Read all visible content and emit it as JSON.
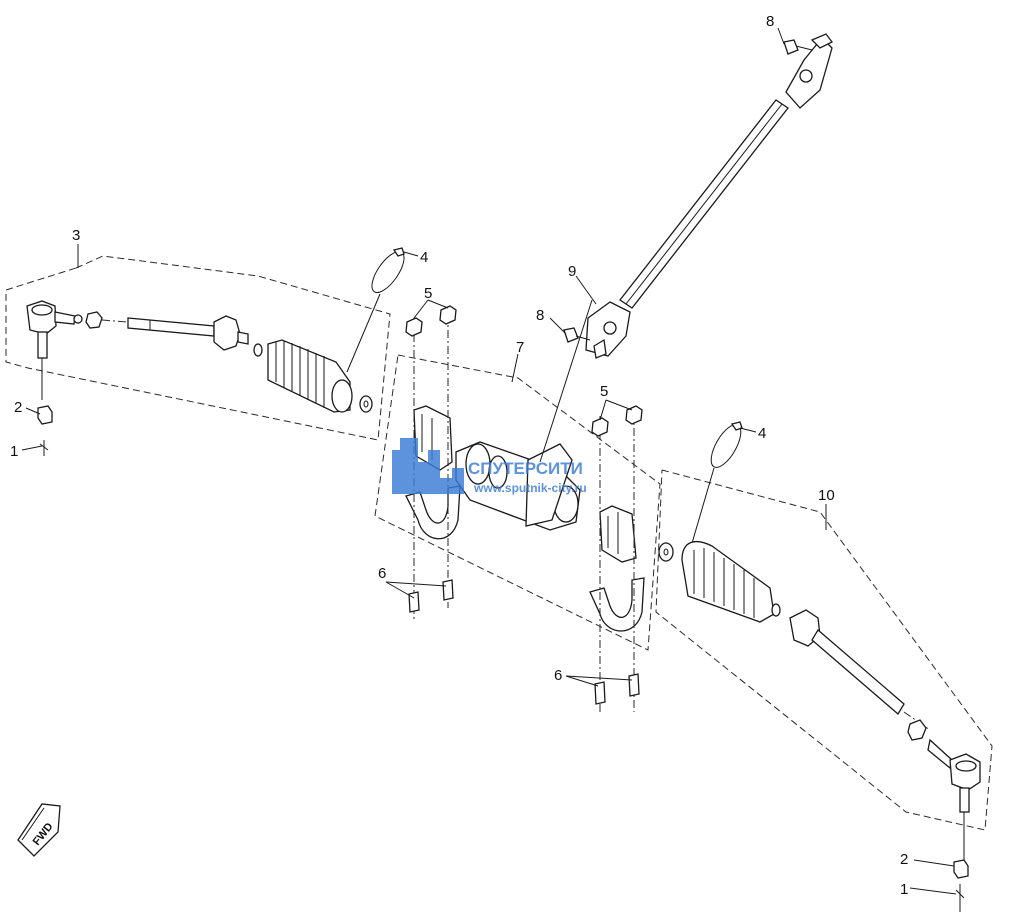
{
  "callouts": {
    "c1_left": "1",
    "c2_left": "2",
    "c3": "3",
    "c4_left": "4",
    "c5_left": "5",
    "c6_left": "6",
    "c7": "7",
    "c8_mid": "8",
    "c8_top": "8",
    "c9": "9",
    "c5_right": "5",
    "c4_right": "4",
    "c10": "10",
    "c6_right": "6",
    "c2_right": "2",
    "c1_right": "1"
  },
  "direction_badge": "FWD",
  "watermark": {
    "name": "СПУТЕРСИТИ",
    "url": "www.sputnik-city.ru",
    "color": "#3a7bd5"
  }
}
